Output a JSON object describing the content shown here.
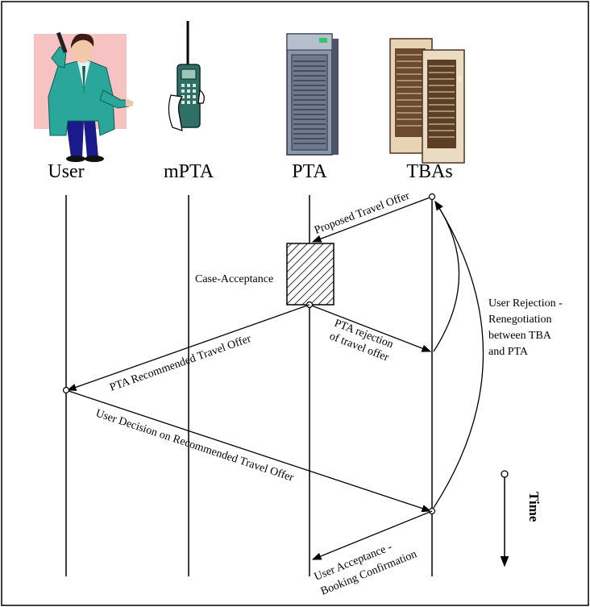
{
  "actors": [
    {
      "id": "user",
      "label": "User",
      "icon": "person-on-phone-icon"
    },
    {
      "id": "mpta",
      "label": "mPTA",
      "icon": "mobile-phone-icon"
    },
    {
      "id": "pta",
      "label": "PTA",
      "icon": "server-tower-icon"
    },
    {
      "id": "tbas",
      "label": "TBAs",
      "icon": "server-cluster-icon"
    }
  ],
  "activity": {
    "label": "Case-Acceptance"
  },
  "messages": {
    "proposed_offer": "Proposed Travel Offer",
    "pta_rejection_line1": "PTA rejection",
    "pta_rejection_line2": "of travel offer",
    "pta_recommended": "PTA Recommended Travel Offer",
    "user_decision": "User Decision on Recommended Travel Offer",
    "user_acceptance_line1": "User Acceptance -",
    "user_acceptance_line2": "Booking Confirmation"
  },
  "loop_note": {
    "line1": "User Rejection -",
    "line2": "Renegotiation",
    "line3": "between TBA",
    "line4": "and PTA"
  },
  "time_axis": {
    "label": "Time"
  }
}
